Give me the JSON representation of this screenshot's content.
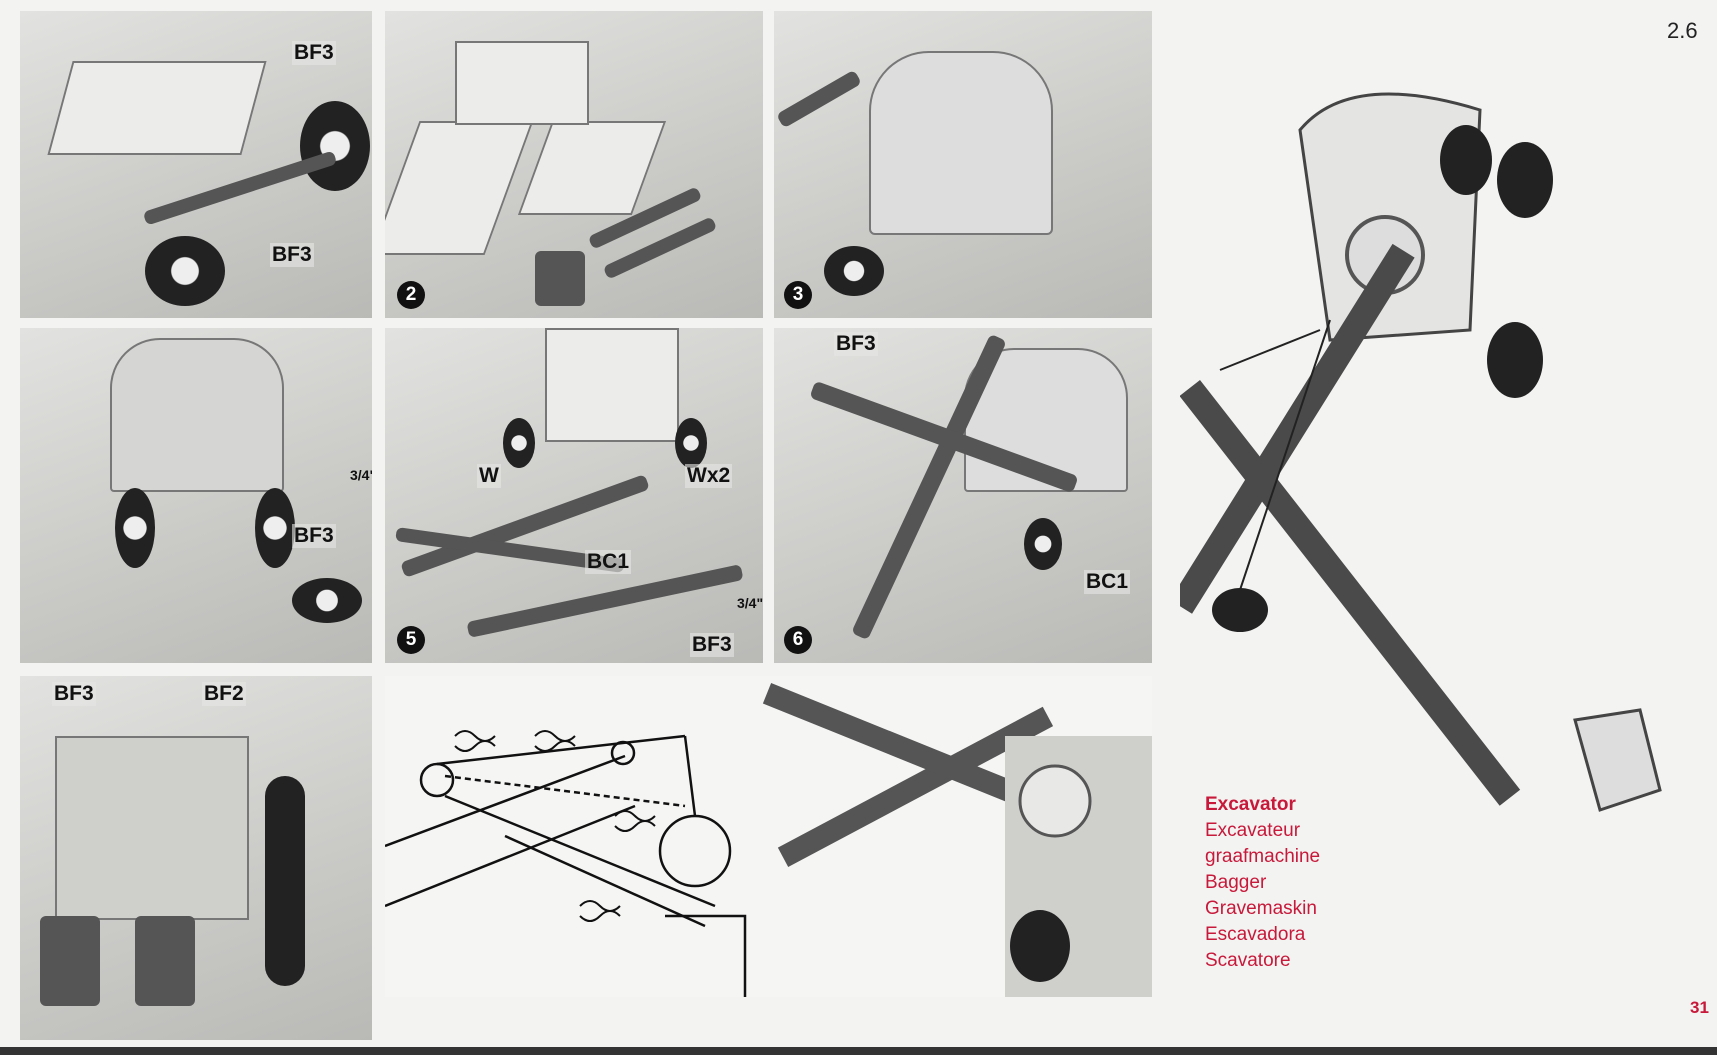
{
  "header": {
    "section_number": "2.6"
  },
  "footer": {
    "page_number": "31"
  },
  "panels": [
    {
      "labels": [
        "BF3",
        "BF3"
      ]
    },
    {
      "step": "2"
    },
    {
      "step": "3"
    },
    {
      "labels": [
        "BF3"
      ],
      "fraction": "3/4\""
    },
    {
      "step": "5",
      "labels": [
        "W",
        "Wx2",
        "BC1",
        "BF3"
      ],
      "fraction": "3/4\""
    },
    {
      "step": "6",
      "labels": [
        "BF3",
        "BC1"
      ]
    },
    {
      "labels": [
        "BF3",
        "BF2"
      ]
    }
  ],
  "title": {
    "names": [
      "Excavator",
      "Excavateur",
      "graafmachine",
      "Bagger",
      "Gravemaskin",
      "Escavadora",
      "Scavatore"
    ]
  }
}
